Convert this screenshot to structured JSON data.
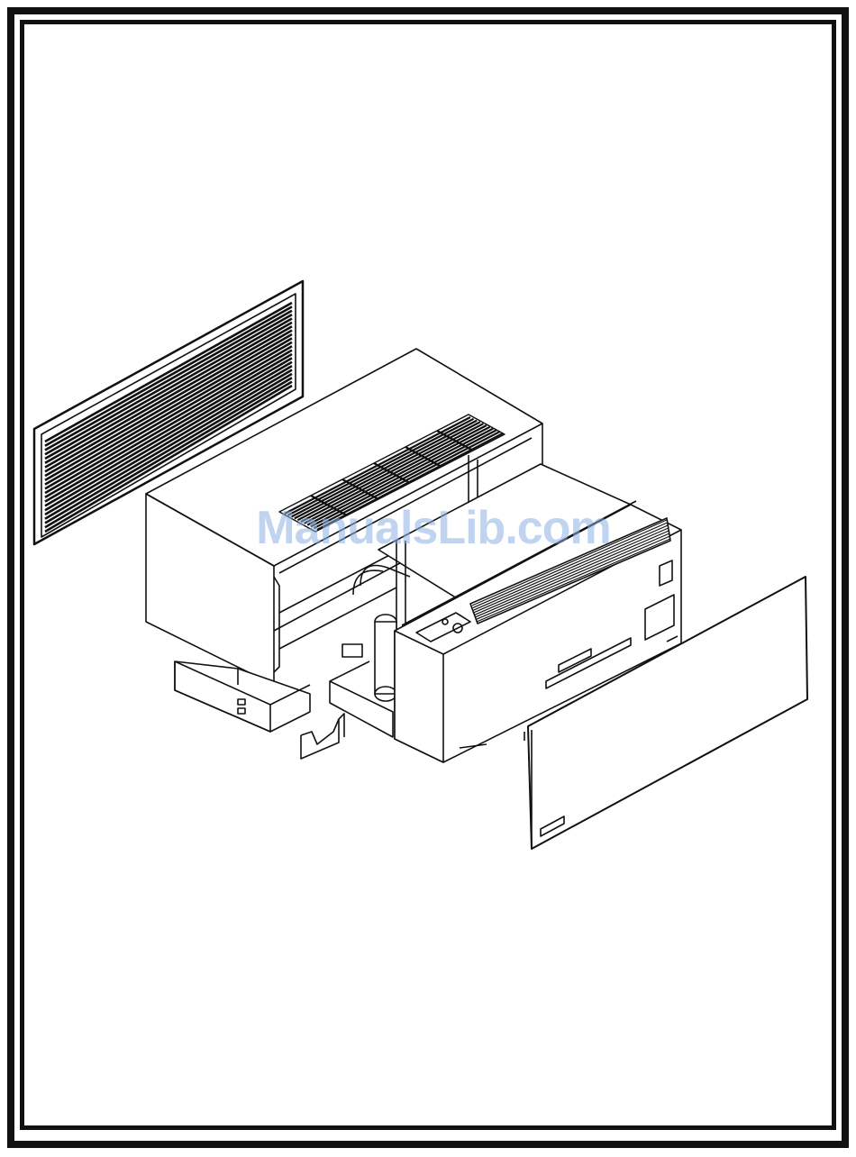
{
  "watermark": {
    "text": "ManualsLib.com"
  },
  "figure": {
    "parts": [
      "outdoor-louver-grille",
      "wall-sleeve",
      "chassis",
      "front-cover",
      "drain-kit",
      "bracket"
    ]
  },
  "colors": {
    "line": "#111111",
    "paper": "#ffffff",
    "watermark": "#8cafe1"
  }
}
